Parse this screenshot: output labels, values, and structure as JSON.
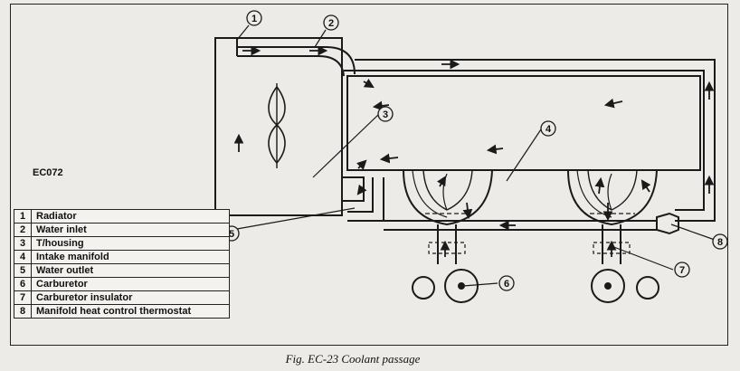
{
  "diagram": {
    "code": "EC072",
    "callouts": [
      "1",
      "2",
      "3",
      "4",
      "5",
      "6",
      "7",
      "8"
    ],
    "legend": [
      {
        "num": "1",
        "label": "Radiator"
      },
      {
        "num": "2",
        "label": "Water inlet"
      },
      {
        "num": "3",
        "label": "T/housing"
      },
      {
        "num": "4",
        "label": "Intake manifold"
      },
      {
        "num": "5",
        "label": "Water outlet"
      },
      {
        "num": "6",
        "label": "Carburetor"
      },
      {
        "num": "7",
        "label": "Carburetor insulator"
      },
      {
        "num": "8",
        "label": "Manifold heat control thermostat"
      }
    ],
    "caption": "Fig. EC-23  Coolant passage"
  },
  "colors": {
    "line": "#1a1a1a",
    "paper": "#ecebe8",
    "ghost": "#9a9a9a"
  }
}
